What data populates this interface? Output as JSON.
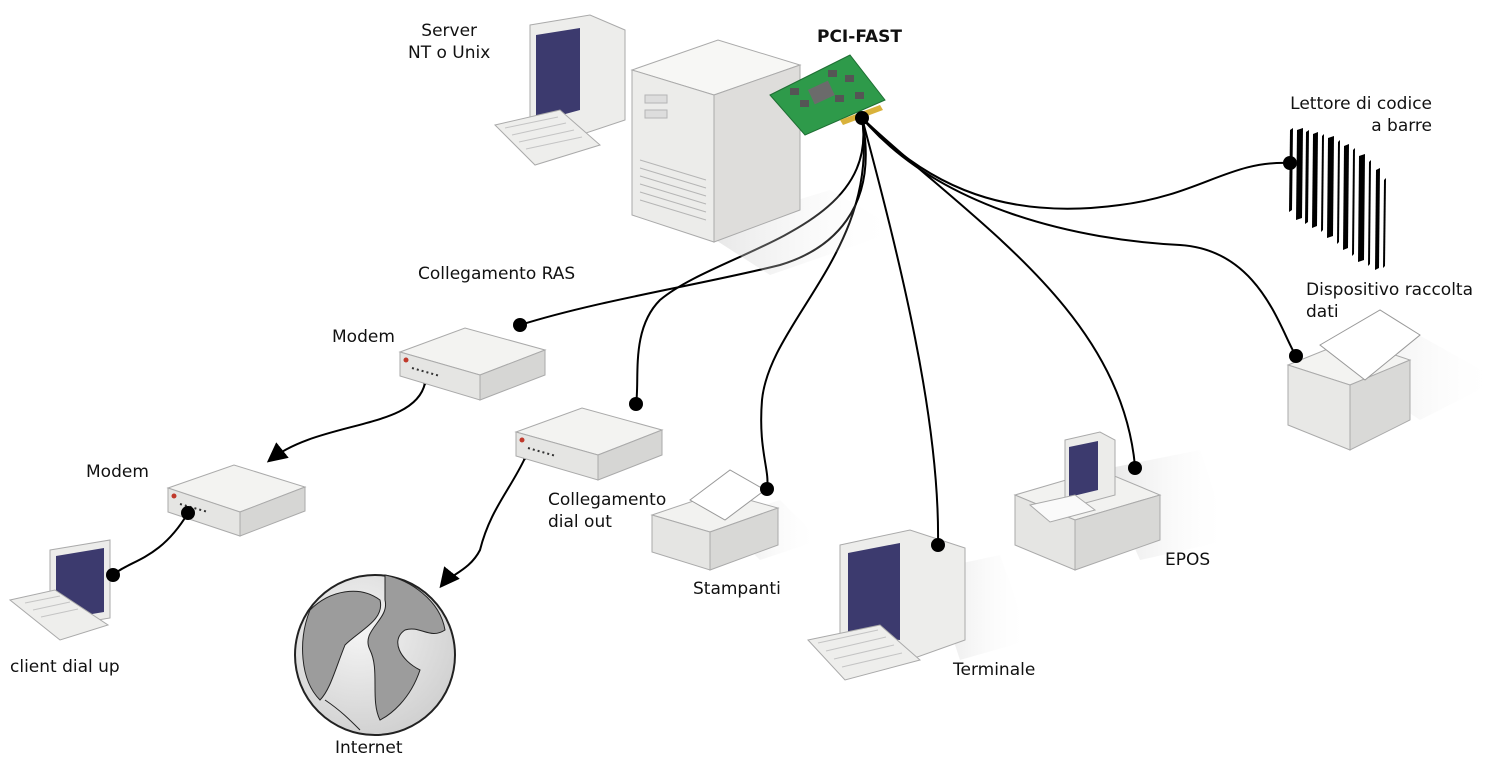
{
  "labels": {
    "server_line1": "Server",
    "server_line2": "NT o Unix",
    "card": "PCI-FAST",
    "barcode_line1": "Lettore di codice",
    "barcode_line2": "a barre",
    "collector_line1": "Dispositivo raccolta",
    "collector_line2": "dati",
    "ras": "Collegamento RAS",
    "modem_ras": "Modem",
    "modem_client": "Modem",
    "client": "client dial up",
    "dialout_line1": "Collegamento",
    "dialout_line2": "dial out",
    "internet": "Internet",
    "printers": "Stampanti",
    "terminal": "Terminale",
    "epos": "EPOS"
  },
  "colors": {
    "cable": "#000000",
    "card_green": "#2e9a4a",
    "screen": "#3c3a6e",
    "device_body": "#f1f0ec",
    "device_shadow": "#d4d4d4",
    "globe_land": "#9c9c9c"
  }
}
